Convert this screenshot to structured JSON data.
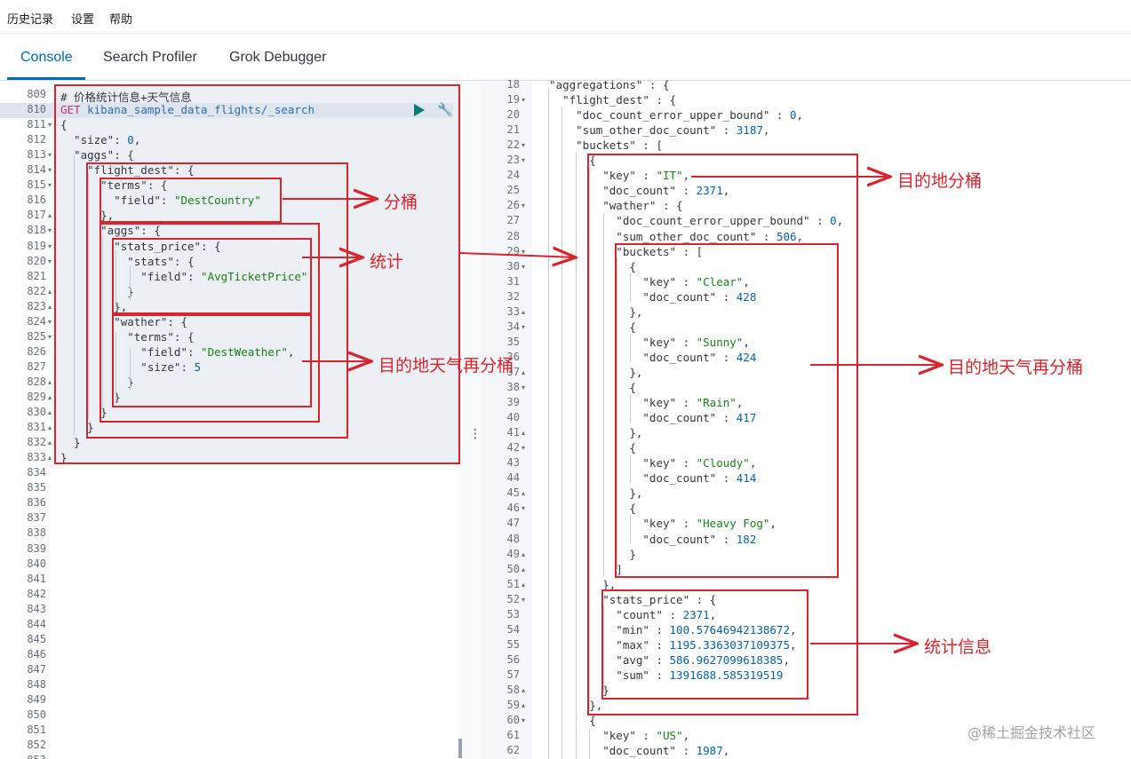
{
  "menu": {
    "history": "历史记录",
    "settings": "设置",
    "help": "帮助"
  },
  "tabs": [
    {
      "label": "Console"
    },
    {
      "label": "Search Profiler"
    },
    {
      "label": "Grok Debugger"
    }
  ],
  "left_editor": {
    "lines": [
      {
        "n": "809",
        "fold": "",
        "segs": [
          [
            "cmt",
            "# 价格统计信息+天气信息"
          ]
        ]
      },
      {
        "n": "810",
        "fold": "",
        "segs": [
          [
            "kw",
            "GET "
          ],
          [
            "url",
            "kibana_sample_data_flights/_search"
          ]
        ]
      },
      {
        "n": "811",
        "fold": "▾",
        "segs": [
          [
            "key",
            "{"
          ]
        ]
      },
      {
        "n": "812",
        "fold": "",
        "segs": [
          [
            "key",
            "  \"size\": "
          ],
          [
            "num",
            "0"
          ],
          [
            "key",
            ","
          ]
        ]
      },
      {
        "n": "813",
        "fold": "▾",
        "segs": [
          [
            "key",
            "  \"aggs\": {"
          ]
        ]
      },
      {
        "n": "814",
        "fold": "▾",
        "segs": [
          [
            "key",
            "    \"flight_dest\": {"
          ]
        ]
      },
      {
        "n": "815",
        "fold": "▾",
        "segs": [
          [
            "key",
            "      \"terms\": {"
          ]
        ]
      },
      {
        "n": "816",
        "fold": "",
        "segs": [
          [
            "key",
            "        \"field\": "
          ],
          [
            "str",
            "\"DestCountry\""
          ]
        ]
      },
      {
        "n": "817",
        "fold": "▴",
        "segs": [
          [
            "key",
            "      },"
          ]
        ]
      },
      {
        "n": "818",
        "fold": "▾",
        "segs": [
          [
            "key",
            "      \"aggs\": {"
          ]
        ]
      },
      {
        "n": "819",
        "fold": "▾",
        "segs": [
          [
            "key",
            "        \"stats_price\": {"
          ]
        ]
      },
      {
        "n": "820",
        "fold": "▾",
        "segs": [
          [
            "key",
            "          \"stats\": {"
          ]
        ]
      },
      {
        "n": "821",
        "fold": "",
        "segs": [
          [
            "key",
            "            \"field\": "
          ],
          [
            "str",
            "\"AvgTicketPrice\""
          ]
        ]
      },
      {
        "n": "822",
        "fold": "▴",
        "segs": [
          [
            "key",
            "          }"
          ]
        ]
      },
      {
        "n": "823",
        "fold": "▴",
        "segs": [
          [
            "key",
            "        },"
          ]
        ]
      },
      {
        "n": "824",
        "fold": "▾",
        "segs": [
          [
            "key",
            "        \"wather\": {"
          ]
        ]
      },
      {
        "n": "825",
        "fold": "▾",
        "segs": [
          [
            "key",
            "          \"terms\": {"
          ]
        ]
      },
      {
        "n": "826",
        "fold": "",
        "segs": [
          [
            "key",
            "            \"field\": "
          ],
          [
            "str",
            "\"DestWeather\""
          ],
          [
            "key",
            ","
          ]
        ]
      },
      {
        "n": "827",
        "fold": "",
        "segs": [
          [
            "key",
            "            \"size\": "
          ],
          [
            "num",
            "5"
          ]
        ]
      },
      {
        "n": "828",
        "fold": "▴",
        "segs": [
          [
            "key",
            "          }"
          ]
        ]
      },
      {
        "n": "829",
        "fold": "▴",
        "segs": [
          [
            "key",
            "        }"
          ]
        ]
      },
      {
        "n": "830",
        "fold": "▴",
        "segs": [
          [
            "key",
            "      }"
          ]
        ]
      },
      {
        "n": "831",
        "fold": "▴",
        "segs": [
          [
            "key",
            "    }"
          ]
        ]
      },
      {
        "n": "832",
        "fold": "▴",
        "segs": [
          [
            "key",
            "  }"
          ]
        ]
      },
      {
        "n": "833",
        "fold": "▴",
        "segs": [
          [
            "key",
            "}"
          ]
        ]
      },
      {
        "n": "834",
        "fold": "",
        "segs": []
      },
      {
        "n": "835",
        "fold": "",
        "segs": []
      },
      {
        "n": "836",
        "fold": "",
        "segs": []
      },
      {
        "n": "837",
        "fold": "",
        "segs": []
      },
      {
        "n": "838",
        "fold": "",
        "segs": []
      },
      {
        "n": "839",
        "fold": "",
        "segs": []
      },
      {
        "n": "840",
        "fold": "",
        "segs": []
      },
      {
        "n": "841",
        "fold": "",
        "segs": []
      },
      {
        "n": "842",
        "fold": "",
        "segs": []
      },
      {
        "n": "843",
        "fold": "",
        "segs": []
      },
      {
        "n": "844",
        "fold": "",
        "segs": []
      },
      {
        "n": "845",
        "fold": "",
        "segs": []
      },
      {
        "n": "846",
        "fold": "",
        "segs": []
      },
      {
        "n": "847",
        "fold": "",
        "segs": []
      },
      {
        "n": "848",
        "fold": "",
        "segs": []
      },
      {
        "n": "849",
        "fold": "",
        "segs": []
      },
      {
        "n": "850",
        "fold": "",
        "segs": []
      },
      {
        "n": "851",
        "fold": "",
        "segs": []
      },
      {
        "n": "852",
        "fold": "",
        "segs": []
      },
      {
        "n": "853",
        "fold": "",
        "segs": []
      }
    ]
  },
  "right_output": {
    "lines": [
      {
        "n": "18",
        "fold": "",
        "segs": [
          [
            "key",
            "  \"aggregations\" : {"
          ]
        ]
      },
      {
        "n": "19",
        "fold": "▾",
        "segs": [
          [
            "key",
            "    \"flight_dest\" : {"
          ]
        ]
      },
      {
        "n": "20",
        "fold": "",
        "segs": [
          [
            "key",
            "      \"doc_count_error_upper_bound\" : "
          ],
          [
            "num",
            "0"
          ],
          [
            "key",
            ","
          ]
        ]
      },
      {
        "n": "21",
        "fold": "",
        "segs": [
          [
            "key",
            "      \"sum_other_doc_count\" : "
          ],
          [
            "num",
            "3187"
          ],
          [
            "key",
            ","
          ]
        ]
      },
      {
        "n": "22",
        "fold": "▾",
        "segs": [
          [
            "key",
            "      \"buckets\" : ["
          ]
        ]
      },
      {
        "n": "23",
        "fold": "▾",
        "segs": [
          [
            "key",
            "        {"
          ]
        ]
      },
      {
        "n": "24",
        "fold": "",
        "segs": [
          [
            "key",
            "          \"key\" : "
          ],
          [
            "str",
            "\"IT\""
          ],
          [
            "key",
            ","
          ]
        ]
      },
      {
        "n": "25",
        "fold": "",
        "segs": [
          [
            "key",
            "          \"doc_count\" : "
          ],
          [
            "num",
            "2371"
          ],
          [
            "key",
            ","
          ]
        ]
      },
      {
        "n": "26",
        "fold": "▾",
        "segs": [
          [
            "key",
            "          \"wather\" : {"
          ]
        ]
      },
      {
        "n": "27",
        "fold": "",
        "segs": [
          [
            "key",
            "            \"doc_count_error_upper_bound\" : "
          ],
          [
            "num",
            "0"
          ],
          [
            "key",
            ","
          ]
        ]
      },
      {
        "n": "28",
        "fold": "",
        "segs": [
          [
            "key",
            "            \"sum_other_doc_count\" : "
          ],
          [
            "num",
            "506"
          ],
          [
            "key",
            ","
          ]
        ]
      },
      {
        "n": "29",
        "fold": "▾",
        "segs": [
          [
            "key",
            "            \"buckets\" : ["
          ]
        ]
      },
      {
        "n": "30",
        "fold": "▾",
        "segs": [
          [
            "key",
            "              {"
          ]
        ]
      },
      {
        "n": "31",
        "fold": "",
        "segs": [
          [
            "key",
            "                \"key\" : "
          ],
          [
            "str",
            "\"Clear\""
          ],
          [
            "key",
            ","
          ]
        ]
      },
      {
        "n": "32",
        "fold": "",
        "segs": [
          [
            "key",
            "                \"doc_count\" : "
          ],
          [
            "num",
            "428"
          ]
        ]
      },
      {
        "n": "33",
        "fold": "▴",
        "segs": [
          [
            "key",
            "              },"
          ]
        ]
      },
      {
        "n": "34",
        "fold": "▾",
        "segs": [
          [
            "key",
            "              {"
          ]
        ]
      },
      {
        "n": "35",
        "fold": "",
        "segs": [
          [
            "key",
            "                \"key\" : "
          ],
          [
            "str",
            "\"Sunny\""
          ],
          [
            "key",
            ","
          ]
        ]
      },
      {
        "n": "36",
        "fold": "",
        "segs": [
          [
            "key",
            "                \"doc_count\" : "
          ],
          [
            "num",
            "424"
          ]
        ]
      },
      {
        "n": "37",
        "fold": "▴",
        "segs": [
          [
            "key",
            "              },"
          ]
        ]
      },
      {
        "n": "38",
        "fold": "▾",
        "segs": [
          [
            "key",
            "              {"
          ]
        ]
      },
      {
        "n": "39",
        "fold": "",
        "segs": [
          [
            "key",
            "                \"key\" : "
          ],
          [
            "str",
            "\"Rain\""
          ],
          [
            "key",
            ","
          ]
        ]
      },
      {
        "n": "40",
        "fold": "",
        "segs": [
          [
            "key",
            "                \"doc_count\" : "
          ],
          [
            "num",
            "417"
          ]
        ]
      },
      {
        "n": "41",
        "fold": "▴",
        "segs": [
          [
            "key",
            "              },"
          ]
        ]
      },
      {
        "n": "42",
        "fold": "▾",
        "segs": [
          [
            "key",
            "              {"
          ]
        ]
      },
      {
        "n": "43",
        "fold": "",
        "segs": [
          [
            "key",
            "                \"key\" : "
          ],
          [
            "str",
            "\"Cloudy\""
          ],
          [
            "key",
            ","
          ]
        ]
      },
      {
        "n": "44",
        "fold": "",
        "segs": [
          [
            "key",
            "                \"doc_count\" : "
          ],
          [
            "num",
            "414"
          ]
        ]
      },
      {
        "n": "45",
        "fold": "▴",
        "segs": [
          [
            "key",
            "              },"
          ]
        ]
      },
      {
        "n": "46",
        "fold": "▾",
        "segs": [
          [
            "key",
            "              {"
          ]
        ]
      },
      {
        "n": "47",
        "fold": "",
        "segs": [
          [
            "key",
            "                \"key\" : "
          ],
          [
            "str",
            "\"Heavy Fog\""
          ],
          [
            "key",
            ","
          ]
        ]
      },
      {
        "n": "48",
        "fold": "",
        "segs": [
          [
            "key",
            "                \"doc_count\" : "
          ],
          [
            "num",
            "182"
          ]
        ]
      },
      {
        "n": "49",
        "fold": "▴",
        "segs": [
          [
            "key",
            "              }"
          ]
        ]
      },
      {
        "n": "50",
        "fold": "▴",
        "segs": [
          [
            "key",
            "            ]"
          ]
        ]
      },
      {
        "n": "51",
        "fold": "▴",
        "segs": [
          [
            "key",
            "          },"
          ]
        ]
      },
      {
        "n": "52",
        "fold": "▾",
        "segs": [
          [
            "key",
            "          \"stats_price\" : {"
          ]
        ]
      },
      {
        "n": "53",
        "fold": "",
        "segs": [
          [
            "key",
            "            \"count\" : "
          ],
          [
            "num",
            "2371"
          ],
          [
            "key",
            ","
          ]
        ]
      },
      {
        "n": "54",
        "fold": "",
        "segs": [
          [
            "key",
            "            \"min\" : "
          ],
          [
            "num",
            "100.57646942138672"
          ],
          [
            "key",
            ","
          ]
        ]
      },
      {
        "n": "55",
        "fold": "",
        "segs": [
          [
            "key",
            "            \"max\" : "
          ],
          [
            "num",
            "1195.3363037109375"
          ],
          [
            "key",
            ","
          ]
        ]
      },
      {
        "n": "56",
        "fold": "",
        "segs": [
          [
            "key",
            "            \"avg\" : "
          ],
          [
            "num",
            "586.9627099618385"
          ],
          [
            "key",
            ","
          ]
        ]
      },
      {
        "n": "57",
        "fold": "",
        "segs": [
          [
            "key",
            "            \"sum\" : "
          ],
          [
            "num",
            "1391688.585319519"
          ]
        ]
      },
      {
        "n": "58",
        "fold": "▴",
        "segs": [
          [
            "key",
            "          }"
          ]
        ]
      },
      {
        "n": "59",
        "fold": "▴",
        "segs": [
          [
            "key",
            "        },"
          ]
        ]
      },
      {
        "n": "60",
        "fold": "▾",
        "segs": [
          [
            "key",
            "        {"
          ]
        ]
      },
      {
        "n": "61",
        "fold": "",
        "segs": [
          [
            "key",
            "          \"key\" : "
          ],
          [
            "str",
            "\"US\""
          ],
          [
            "key",
            ","
          ]
        ]
      },
      {
        "n": "62",
        "fold": "",
        "segs": [
          [
            "key",
            "          \"doc_count\" : "
          ],
          [
            "num",
            "1987"
          ],
          [
            "key",
            ","
          ]
        ]
      }
    ]
  },
  "annotations": {
    "bucket": "分桶",
    "stats": "统计",
    "dest_weather_bucket_left": "目的地天气再分桶",
    "dest_bucket": "目的地分桶",
    "dest_weather_bucket_right": "目的地天气再分桶",
    "stats_info": "统计信息"
  },
  "watermark": "@稀土掘金技术社区",
  "icons": {
    "run": "play-icon",
    "settings": "wrench-icon",
    "more": "vertical-dots-icon"
  },
  "colors": {
    "accent": "#006bb4",
    "annotation": "#d9232e",
    "run": "#017d73",
    "string": "#1a7f1a",
    "number": "#0b61a4"
  }
}
